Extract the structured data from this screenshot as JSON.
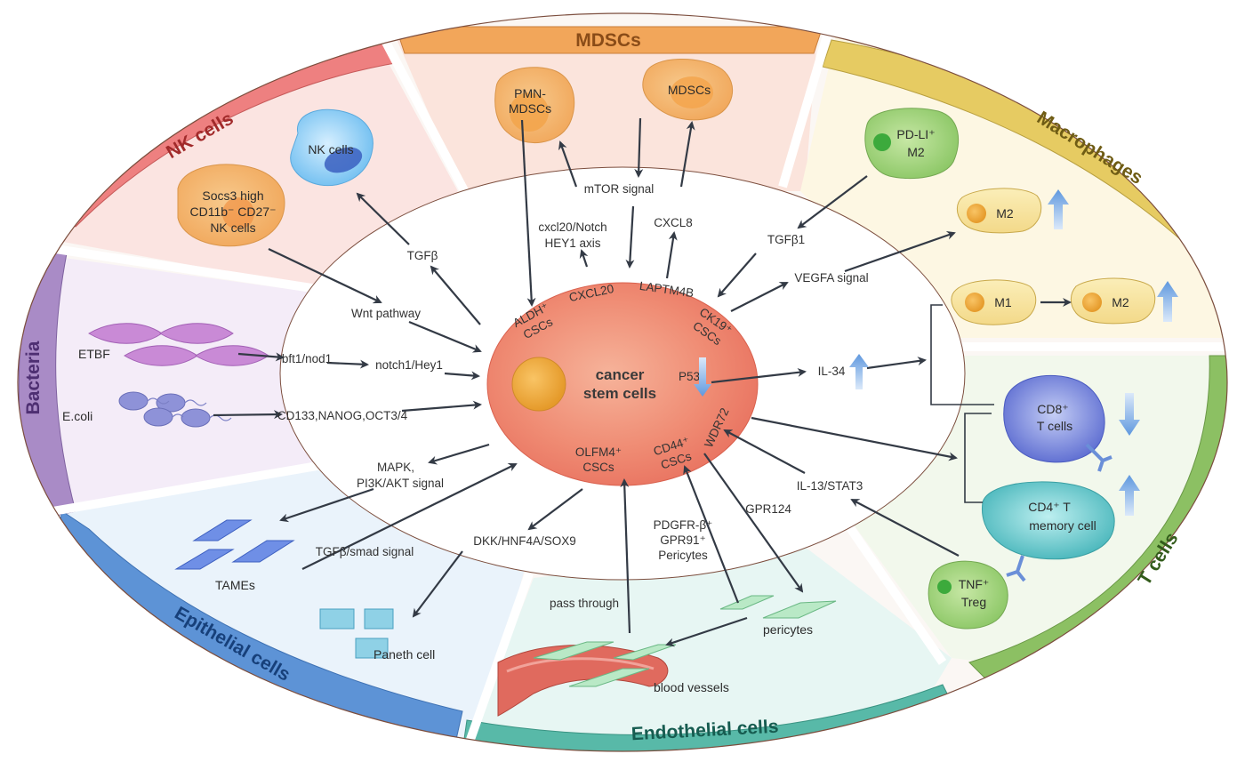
{
  "sections": {
    "mdscs": "MDSCs",
    "nk": "NK cells",
    "macrophages": "Macrophages",
    "bacteria": "Bacteria",
    "t_cells": "T cells",
    "epithelial": "Epithelial cells",
    "endothelial": "Endothelial cells"
  },
  "center": {
    "title_line1": "cancer",
    "title_line2": "stem cells",
    "aldh": [
      "ALDH⁺",
      "CSCs"
    ],
    "cxcl20": "CXCL20",
    "laptm4b": "LAPTM4B",
    "ck19": [
      "CK19⁺",
      "CSCs"
    ],
    "p53": "P53",
    "wdr72": "WDR72",
    "cd44": [
      "CD44⁺",
      "CSCs"
    ],
    "olfm4": [
      "OLFM4⁺",
      "CSCs"
    ]
  },
  "cells": {
    "pmn_mdscs": [
      "PMN-",
      "MDSCs"
    ],
    "mdscs": "MDSCs",
    "nk_cells": "NK cells",
    "socs3": [
      "Socs3 high",
      "CD11b⁻ CD27⁻",
      "NK cells"
    ],
    "pdl1_m2": [
      "PD-LI⁺",
      "M2"
    ],
    "m2_top": "M2",
    "m1": "M1",
    "m2_bottom": "M2",
    "etbf": "ETBF",
    "ecoli": "E.coli",
    "cd8": [
      "CD8⁺",
      "T cells"
    ],
    "cd4": [
      "CD4⁺ T",
      "memory cell"
    ],
    "tnf_treg": [
      "TNF⁺",
      "Treg"
    ],
    "tames": "TAMEs",
    "paneth": "Paneth cell",
    "pericytes": "pericytes",
    "blood_vessels": "blood vessels"
  },
  "pathways": {
    "mtor": "mTOR signal",
    "cxcl20_notch": [
      "cxcl20/Notch",
      "HEY1 axis"
    ],
    "cxcl8": "CXCL8",
    "tgfb1": "TGFβ1",
    "vegfa": "VEGFA signal",
    "il34": "IL-34",
    "il13": "IL-13/STAT3",
    "gpr124": "GPR124",
    "pdgfr": [
      "PDGFR-β⁺",
      "GPR91⁺",
      "Pericytes"
    ],
    "pass_through": "pass through",
    "dkk": "DKK/HNF4A/SOX9",
    "tgfb_smad": "TGFβ/smad signal",
    "mapk": [
      "MAPK,",
      "PI3K/AKT signal"
    ],
    "cd133": "CD133,NANOG,OCT3/4",
    "notch1": "notch1/Hey1",
    "bft1": "bft1/nod1",
    "wnt": "Wnt pathway",
    "tgfb": "TGFβ"
  },
  "colors": {
    "mdscs_band": "#f2a65a",
    "nk_band": "#ee7b7b",
    "macro_band": "#e3c75a",
    "bacteria_band": "#a889c4",
    "tcell_band": "#8cc063",
    "epi_band": "#5d93d6",
    "endo_band": "#58b9a8",
    "center": "#ef8570",
    "up_arrow": "#7aa7e0"
  }
}
